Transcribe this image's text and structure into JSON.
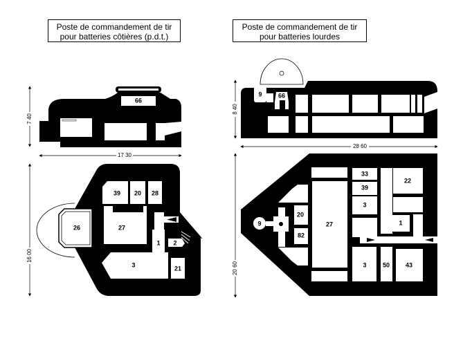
{
  "left_title": {
    "line1": "Poste de commandement de tir",
    "line2": "pour batteries côtières (p.d.t.)"
  },
  "right_title": {
    "line1": "Poste de commandement de tir",
    "line2": "pour batteries lourdes"
  },
  "left_dimensions": {
    "section_height": "7 40",
    "width": "17 30",
    "plan_depth": "16 00"
  },
  "right_dimensions": {
    "section_height": "8 40",
    "width": "28 60",
    "plan_depth": "20 60"
  },
  "left_rooms": {
    "section": [
      "66"
    ],
    "plan": [
      "39",
      "20",
      "28",
      "26",
      "27",
      "1",
      "2",
      "3",
      "21"
    ]
  },
  "right_rooms": {
    "section": [
      "9",
      "66"
    ],
    "plan": [
      "33",
      "39",
      "22",
      "3",
      "20",
      "27",
      "9",
      "1",
      "82",
      "3",
      "50",
      "43"
    ]
  }
}
